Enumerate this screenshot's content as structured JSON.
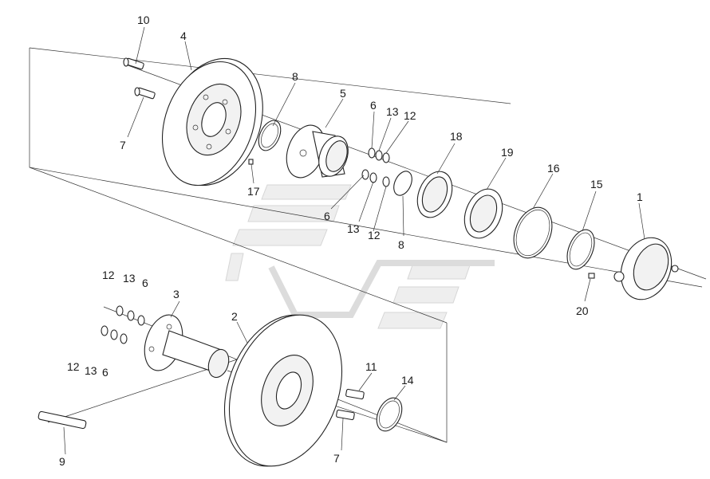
{
  "callouts": {
    "c10": "10",
    "c4": "4",
    "c8a": "8",
    "c5": "5",
    "c6a": "6",
    "c13a": "13",
    "c12a": "12",
    "c7a": "7",
    "c17": "17",
    "c18": "18",
    "c19": "19",
    "c16": "16",
    "c15": "15",
    "c1": "1",
    "c6b": "6",
    "c13b": "13",
    "c12b": "12",
    "c8b": "8",
    "c20": "20",
    "c12c": "12",
    "c13c": "13",
    "c6c": "6",
    "c3": "3",
    "c2": "2",
    "c12d": "12",
    "c13d": "13",
    "c6d": "6",
    "c11": "11",
    "c14": "14",
    "c9": "9",
    "c7b": "7"
  }
}
